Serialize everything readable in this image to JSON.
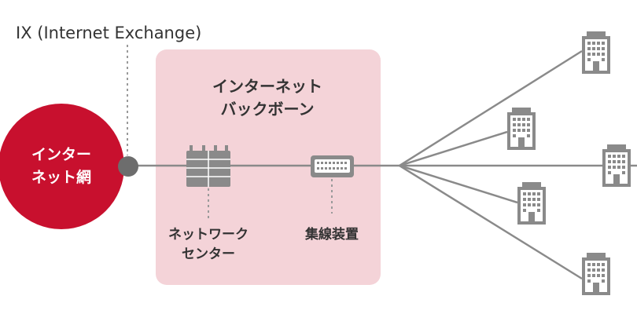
{
  "ix_label": "IX (Internet Exchange)",
  "internet_label": [
    "インター",
    "ネット網"
  ],
  "backbone_label": [
    "インターネット",
    "バックボーン"
  ],
  "network_center_label": [
    "ネットワーク",
    "センター"
  ],
  "concentrator_label": "集線装置",
  "colors": {
    "red_circle": "#c8102e",
    "backbone_box": "#f4d3d8",
    "line": "#8a8a8a",
    "dark_gray": "#6d6d6d",
    "text_dark": "#333333",
    "dotted": "#9a9a9a"
  },
  "icons": {
    "building": "building-icon",
    "server": "server-rack-icon",
    "switch": "network-switch-icon"
  },
  "buildings_count": 5
}
